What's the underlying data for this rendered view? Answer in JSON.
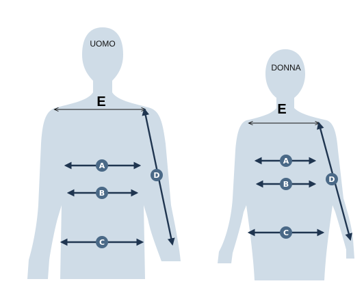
{
  "figures": {
    "man": {
      "title": "UOMO",
      "shoulder_letter": "E",
      "markers": [
        "A",
        "B",
        "C",
        "D"
      ]
    },
    "woman": {
      "title": "DONNA",
      "shoulder_letter": "E",
      "markers": [
        "A",
        "B",
        "C",
        "D"
      ]
    }
  },
  "colors": {
    "silhouette": "#cfdce7",
    "marker_fill": "#4a6987",
    "arrow": "#1f3550"
  }
}
